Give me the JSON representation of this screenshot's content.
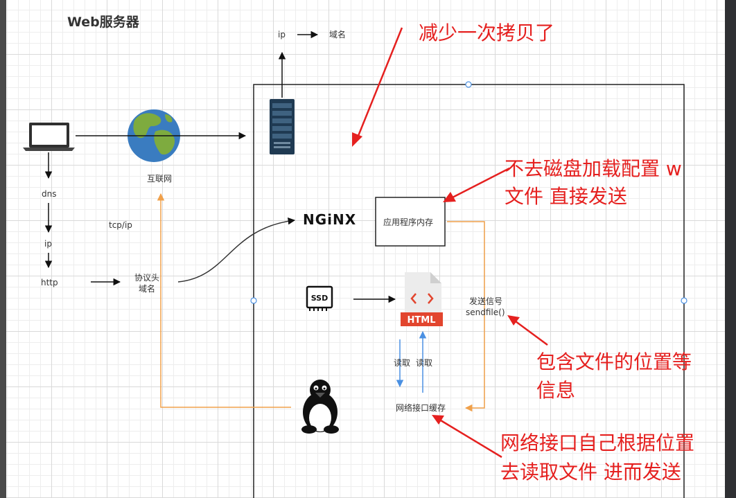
{
  "diagram": {
    "title": "Web服务器",
    "labels": {
      "ip_top": "ip",
      "domain_top": "域名",
      "internet": "互联网",
      "dns": "dns",
      "ip_left": "ip",
      "http": "http",
      "tcp_ip": "tcp/ip",
      "protocol_header": "协议头",
      "protocol_domain": "域名",
      "nginx_logo": "NGiNX",
      "app_memory": "应用程序内存",
      "send_signal": "发送信号",
      "sendfile": "sendfile()",
      "ssd": "SSD",
      "html": "HTML",
      "read_down": "读取",
      "read_up": "读取",
      "nic_buffer": "网络接口缓存"
    },
    "annotations": {
      "copy_reduced": "减少一次拷贝了",
      "no_disk_line1": "不去磁盘加载配置 w",
      "no_disk_line2": "文件 直接发送",
      "file_pos_line1": "包含文件的位置等",
      "file_pos_line2": "信息",
      "nic_read_line1": "网络接口自己根据位置",
      "nic_read_line2": "去读取文件 进而发送"
    },
    "colors": {
      "annotation": "#e5201f",
      "orange_path": "#f0a04a",
      "blue_arrow": "#4a90e2",
      "html_icon": "#e2452e"
    }
  }
}
